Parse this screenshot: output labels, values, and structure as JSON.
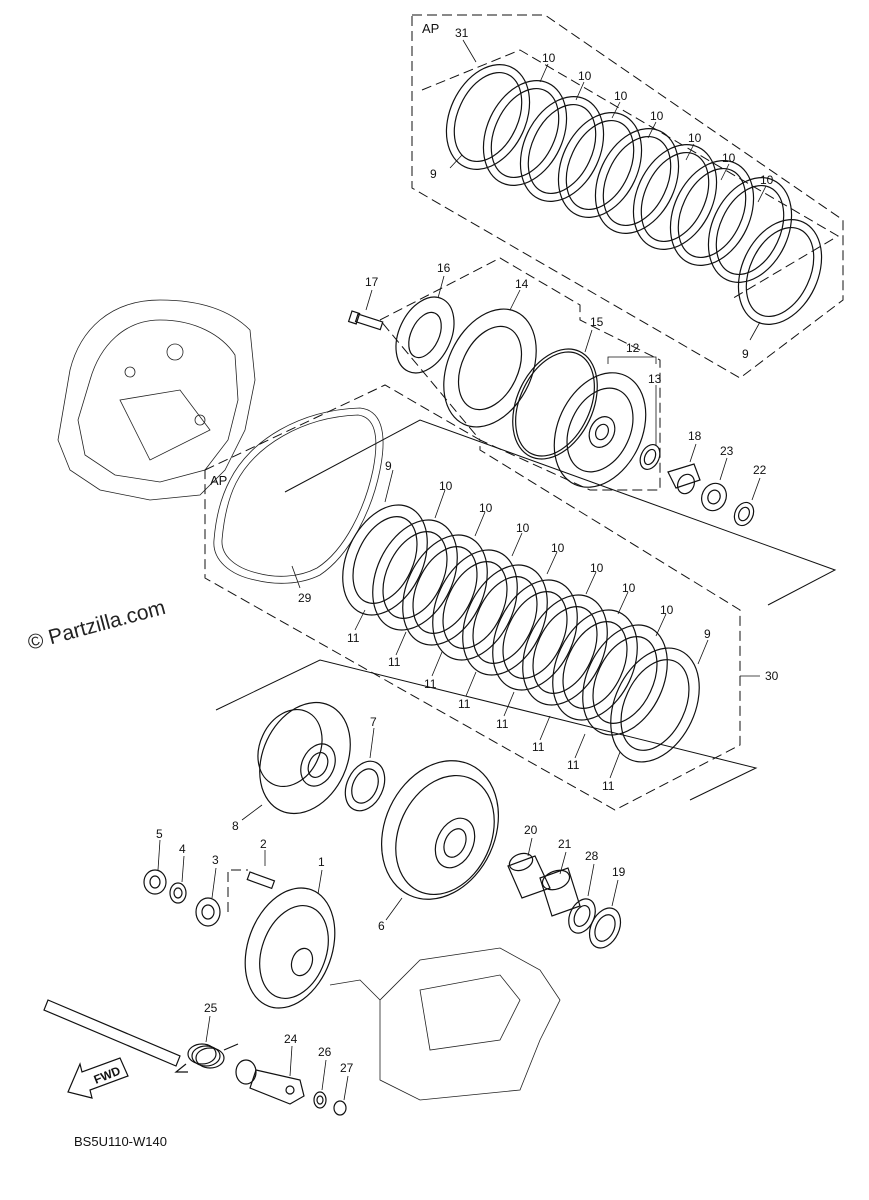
{
  "watermark": "© Partzilla.com",
  "diagram_code": "BS5U110-W140",
  "fwd_label": "FWD",
  "ap_labels": [
    "AP",
    "AP"
  ],
  "callouts": {
    "c31": "31",
    "c9a": "9",
    "c9b": "9",
    "c9c": "9",
    "c9d": "9",
    "c10_top": [
      "10",
      "10",
      "10",
      "10",
      "10",
      "10",
      "10"
    ],
    "c10_mid": [
      "10",
      "10",
      "10",
      "10",
      "10",
      "10",
      "10"
    ],
    "c11": [
      "11",
      "11",
      "11",
      "11",
      "11",
      "11",
      "11",
      "11"
    ],
    "c16": "16",
    "c17": "17",
    "c14": "14",
    "c15": "15",
    "c12": "12",
    "c13": "13",
    "c18": "18",
    "c23": "23",
    "c22": "22",
    "c29": "29",
    "c30": "30",
    "c7": "7",
    "c8": "8",
    "c6": "6",
    "c5": "5",
    "c4": "4",
    "c3": "3",
    "c2": "2",
    "c1": "1",
    "c20": "20",
    "c21": "21",
    "c28": "28",
    "c19": "19",
    "c25": "25",
    "c24": "24",
    "c26": "26",
    "c27": "27"
  }
}
